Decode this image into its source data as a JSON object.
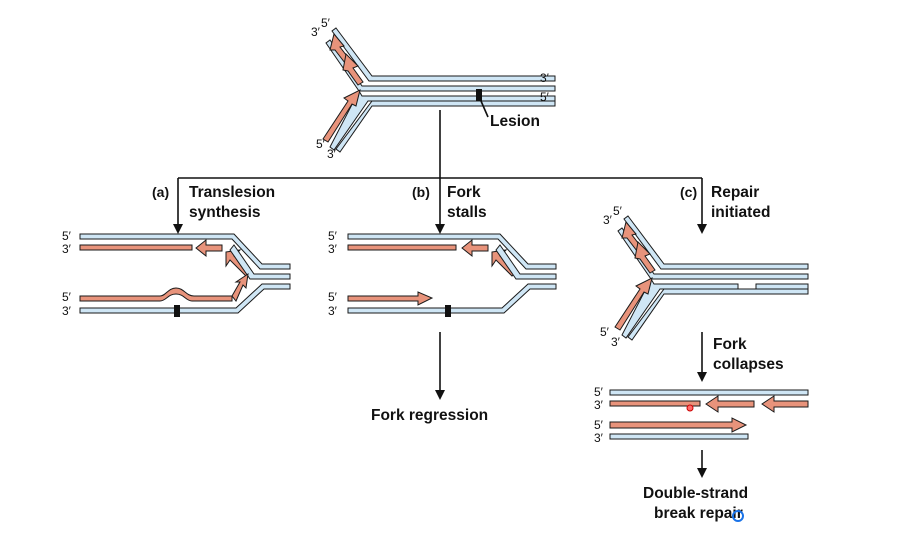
{
  "labels": {
    "lesion": "Lesion",
    "panel_a_letter": "(a)",
    "panel_a_title_1": "Translesion",
    "panel_a_title_2": "synthesis",
    "panel_b_letter": "(b)",
    "panel_b_title_1": "Fork",
    "panel_b_title_2": "stalls",
    "panel_c_letter": "(c)",
    "panel_c_title_1": "Repair",
    "panel_c_title_2": "initiated",
    "fork_regression": "Fork regression",
    "fork_collapses_1": "Fork",
    "fork_collapses_2": "collapses",
    "dsb_repair_1": "Double-strand",
    "dsb_repair_2": "break repair"
  },
  "ends": {
    "three_prime": "3′",
    "five_prime": "5′"
  },
  "colors": {
    "parental_strand": "#cfe6f5",
    "new_strand": "#e8937b",
    "outline": "#1a1a1a",
    "lesion": "#111111"
  }
}
